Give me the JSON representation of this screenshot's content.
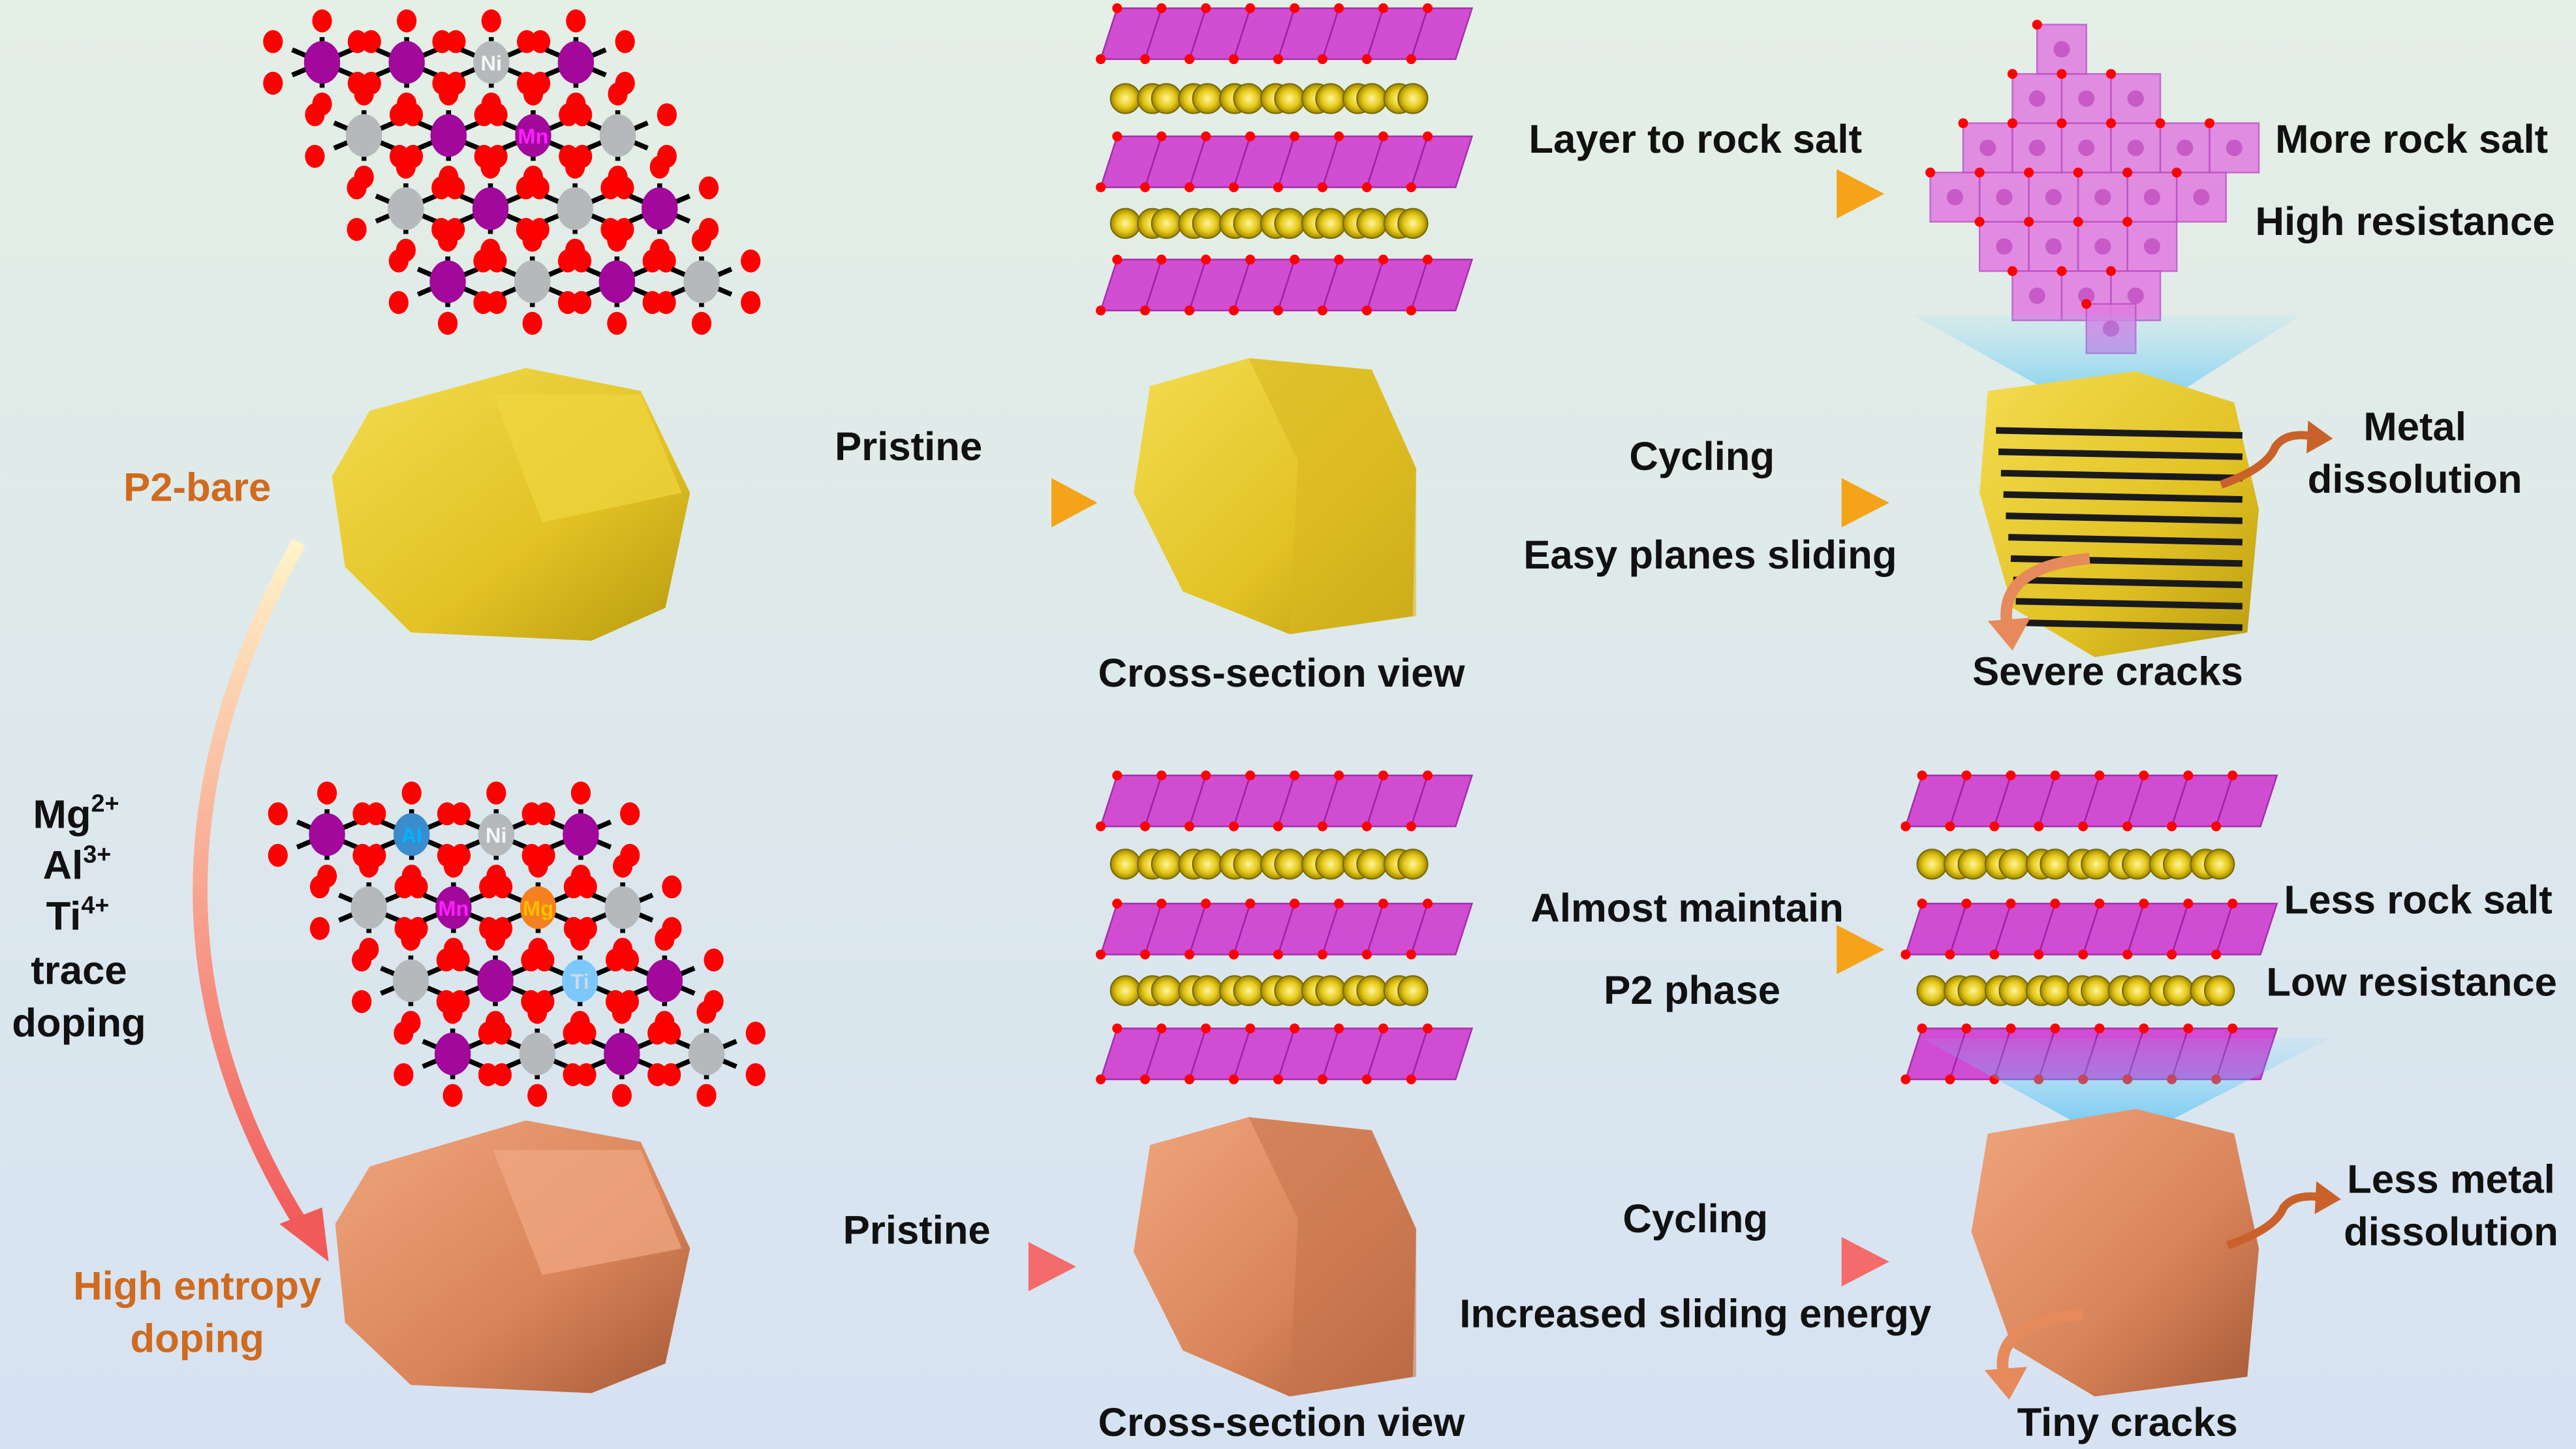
{
  "colors": {
    "background_top": "#e4efe5",
    "background_bottom": "#d6e2f2",
    "orange_text": "#d06a1e",
    "purple": "#a1089b",
    "oxygen": "#ff0000",
    "gray": "#b6b9bb",
    "yellow": "#e8c828",
    "copper": "#d9855a",
    "arrow_orange": "#f5a318",
    "arrow_red": "#f56a6a"
  },
  "labels": {
    "p2_bare": "P2-bare",
    "high_entropy_1": "High entropy",
    "high_entropy_2": "doping",
    "dopants": [
      "Mg",
      "Al",
      "Ti"
    ],
    "dopant_charges": [
      "2+",
      "3+",
      "4+"
    ],
    "trace": "trace",
    "doping": "doping",
    "top": {
      "pristine": "Pristine",
      "cross_section": "Cross-section view",
      "layer_to_rock_salt": "Layer to rock salt",
      "cycling": "Cycling",
      "easy_sliding": "Easy planes sliding",
      "more_rock_salt": "More rock salt",
      "high_resistance": "High resistance",
      "metal_1": "Metal",
      "metal_2": "dissolution",
      "severe_cracks": "Severe cracks"
    },
    "bottom": {
      "pristine": "Pristine",
      "cross_section": "Cross-section view",
      "almost_maintain": "Almost maintain",
      "p2_phase": "P2 phase",
      "cycling": "Cycling",
      "increased_sliding": "Increased sliding energy",
      "less_rock_salt": "Less rock salt",
      "low_resistance": "Low resistance",
      "less_metal_1": "Less metal",
      "less_metal_2": "dissolution",
      "tiny_cracks": "Tiny cracks"
    }
  },
  "lattice_top": [
    [
      "P",
      "P",
      "Ni",
      "P"
    ],
    [
      "G",
      "P",
      "Mn",
      "G"
    ],
    [
      "G",
      "P",
      "G",
      "P"
    ],
    [
      "P",
      "G",
      "P",
      "G"
    ]
  ],
  "lattice_bottom": [
    [
      "P",
      "Al",
      "Ni",
      "P"
    ],
    [
      "G",
      "Mn",
      "Mg",
      "G"
    ],
    [
      "G",
      "P",
      "Ti",
      "P"
    ],
    [
      "P",
      "G",
      "P",
      "G"
    ]
  ],
  "atom_labels": {
    "Ni": "Ni",
    "Mn": "Mn",
    "Al": "Al",
    "Mg": "Mg",
    "Ti": "Ti"
  }
}
